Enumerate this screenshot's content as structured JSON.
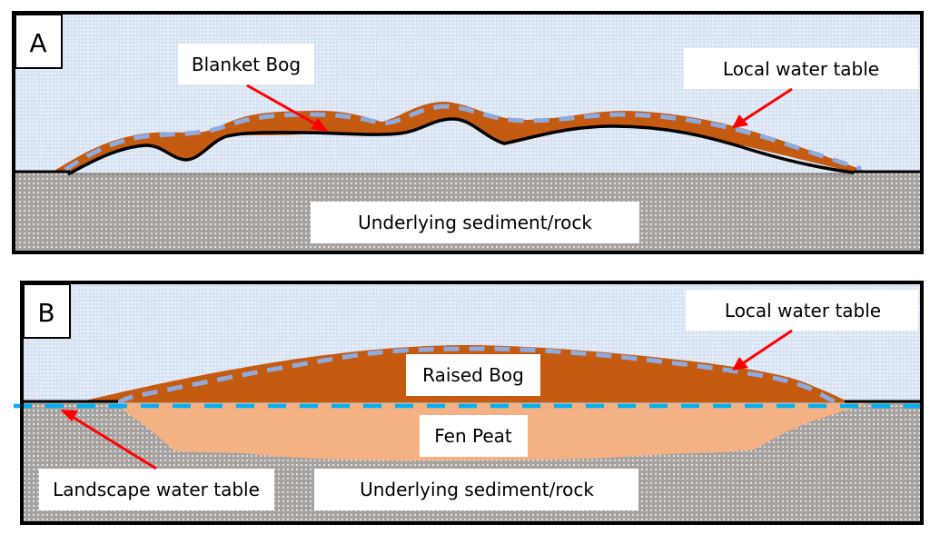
{
  "figure": {
    "panels": [
      {
        "id": "A",
        "letter": "A",
        "labels": {
          "bog": "Blanket Bog",
          "water_table": "Local water table",
          "sediment": "Underlying sediment/rock"
        }
      },
      {
        "id": "B",
        "letter": "B",
        "labels": {
          "water_table": "Local water table",
          "bog": "Raised Bog",
          "fen": "Fen Peat",
          "landscape_water_table": "Landscape water table",
          "sediment": "Underlying sediment/rock"
        }
      }
    ],
    "colors": {
      "sky": "#dce6f4",
      "sediment": "#aaa6a4",
      "bog_peat": "#c55a11",
      "fen_peat": "#f4b183",
      "local_water_table": "#8faadc",
      "landscape_water_table": "#00b0f0",
      "arrow": "#ff0000",
      "border": "#000000"
    }
  }
}
